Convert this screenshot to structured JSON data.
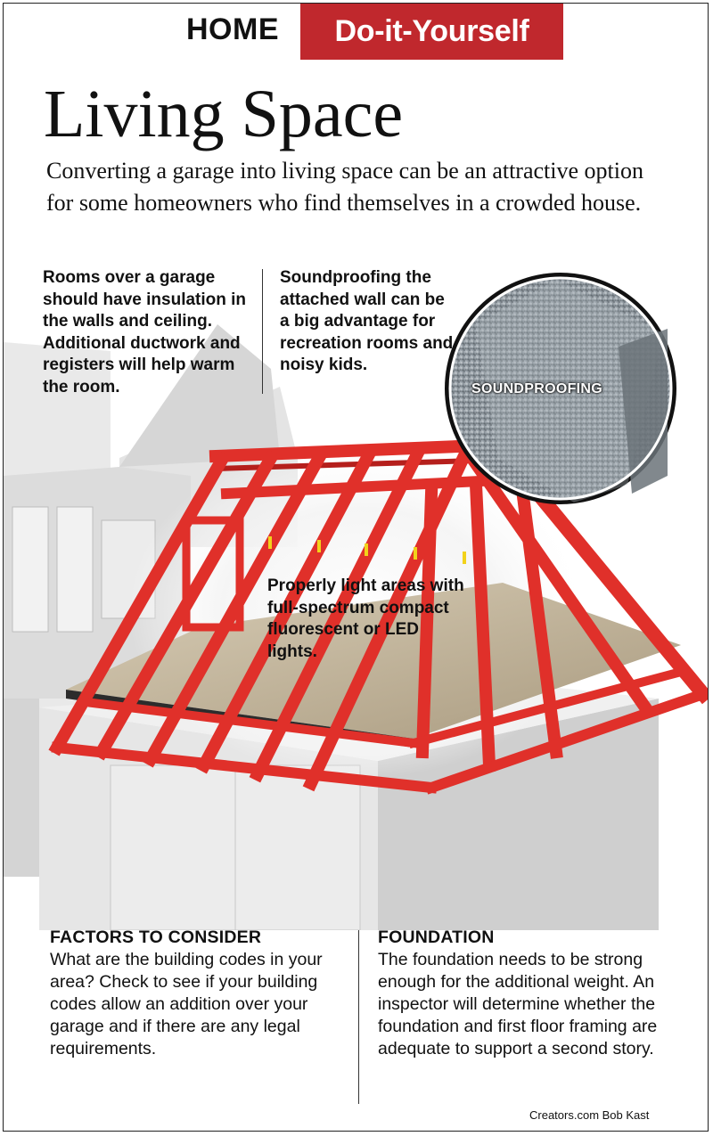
{
  "header": {
    "home": "HOME",
    "section": "Do-it-Yourself"
  },
  "title": "Living Space",
  "intro": "Converting a garage into living space can be an attractive option for some homeowners who find themselves in a crowded house.",
  "callouts": {
    "rooms": "Rooms over a garage should have insulation in the walls and ceiling. Additional ductwork and registers will help warm the room.",
    "soundproofing": "Soundproofing the attached wall can be a big advantage for recreation rooms and noisy kids.",
    "lighting": "Properly light areas with full-spectrum compact fluorescent or LED lights."
  },
  "inset_label": "SOUNDPROOFING",
  "sections": [
    {
      "heading": "FACTORS TO CONSIDER",
      "body": "What are the building codes in your area? Check to see if your building codes allow an addition over your garage and if there are any legal requirements."
    },
    {
      "heading": "FOUNDATION",
      "body": "The foundation needs to be strong enough for the additional weight. An inspector will determine whether the foundation and first floor framing are adequate to support a second story."
    }
  ],
  "credit": "Creators.com Bob Kast",
  "colors": {
    "accent": "#c0282d",
    "framing": "#e0302a",
    "wall": "#d9d9d9"
  }
}
